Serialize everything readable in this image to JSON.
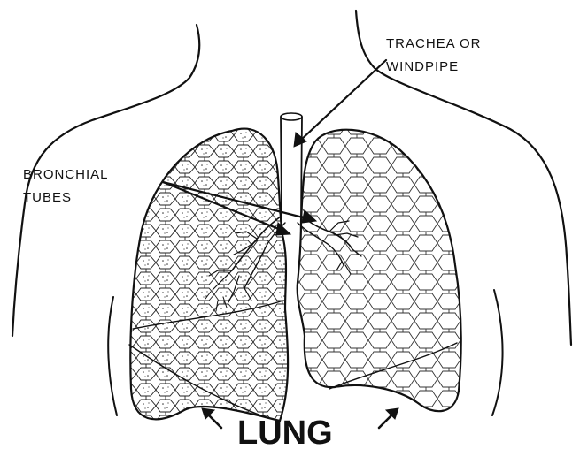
{
  "labels": {
    "trachea_line1": "TRACHEA OR",
    "trachea_line2": "WINDPIPE",
    "bronchial_line1": "BRONCHIAL",
    "bronchial_line2": "TUBES",
    "lung": "LUNG"
  },
  "colors": {
    "ink": "#111111",
    "background": "#ffffff"
  }
}
